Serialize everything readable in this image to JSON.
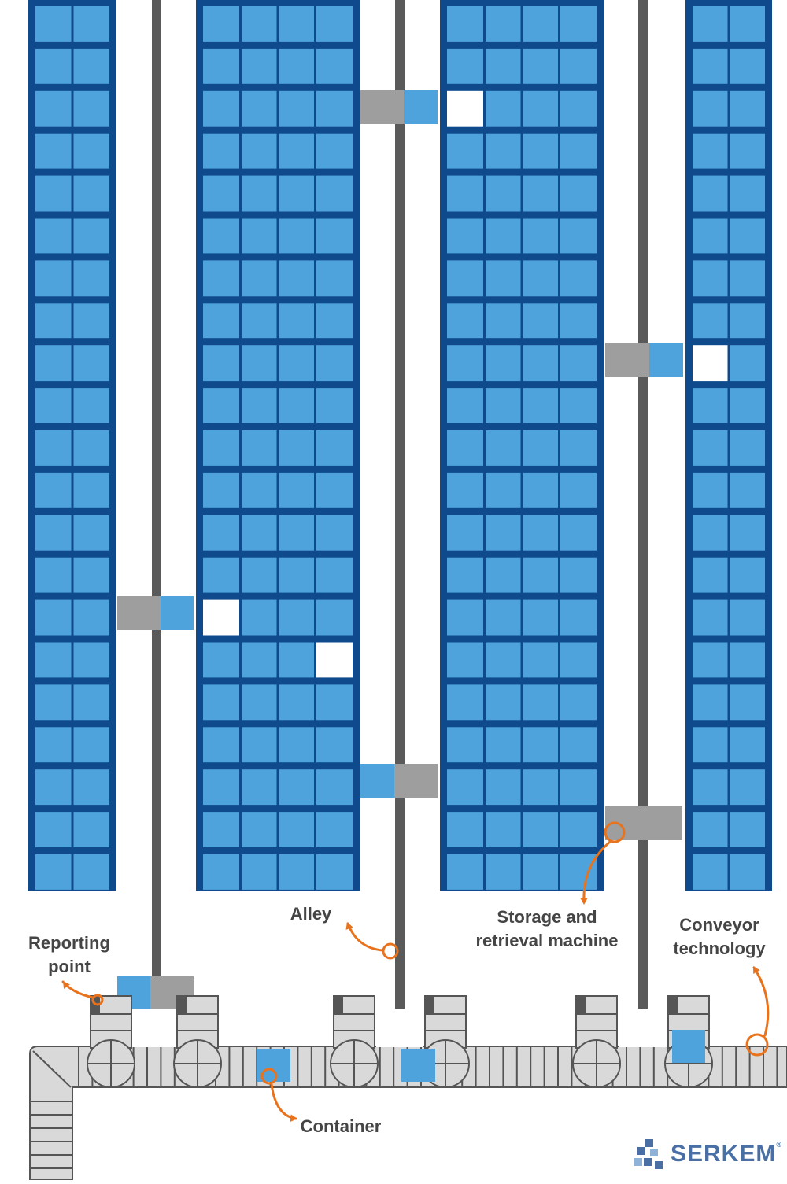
{
  "colors": {
    "rack_frame": "#0e4a8c",
    "container": "#4ea3dc",
    "empty_slot": "#ffffff",
    "rail": "#5a5a5a",
    "machine": "#9e9e9e",
    "conveyor": "#d9d9d9",
    "conveyor_line": "#555555",
    "annotation": "#e8731c",
    "label_text": "#454545",
    "logo": "#4a6fa5"
  },
  "labels": {
    "reporting_point": "Reporting\npoint",
    "alley": "Alley",
    "storage_machine": "Storage and\nretrieval machine",
    "conveyor_technology": "Conveyor\ntechnology",
    "container": "Container"
  },
  "logo": {
    "text": "SERKEM",
    "mark": "®"
  }
}
